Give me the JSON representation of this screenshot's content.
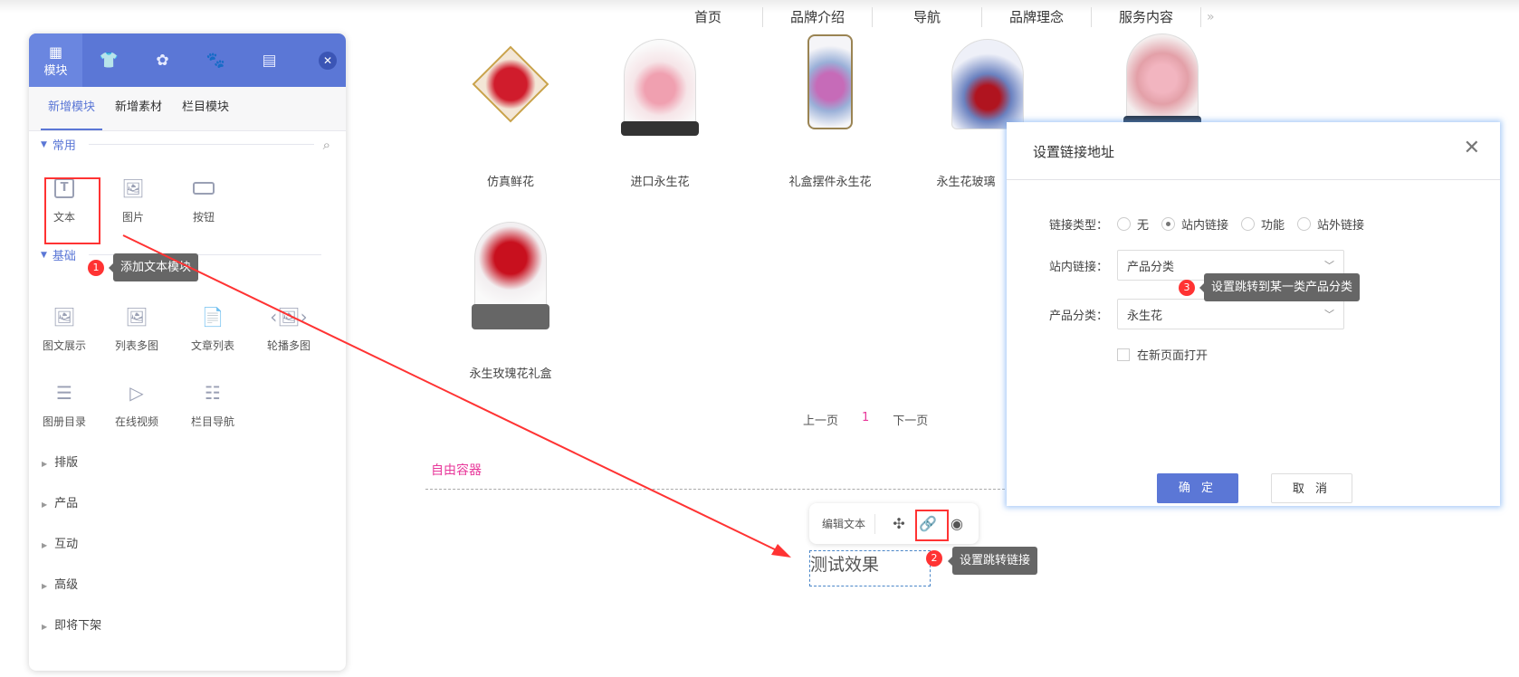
{
  "nav": {
    "items": [
      "首页",
      "品牌介绍",
      "导航",
      "品牌理念",
      "服务内容"
    ],
    "more_icon": "double-chevron-right-icon"
  },
  "products": [
    {
      "name": "仿真鲜花"
    },
    {
      "name": "进口永生花"
    },
    {
      "name": "礼盒摆件永生花"
    },
    {
      "name": "永生花玻璃"
    },
    {
      "name": ""
    },
    {
      "name": "永生玫瑰花礼盒"
    }
  ],
  "pager": {
    "prev": "上一页",
    "current": "1",
    "next": "下一页"
  },
  "free_container": "自由容器",
  "panel": {
    "tabs": [
      {
        "label": "模块",
        "icon": "grid-icon"
      },
      {
        "icon": "shirt-icon"
      },
      {
        "icon": "gear-icon"
      },
      {
        "icon": "paw-icon"
      },
      {
        "icon": "layout-icon"
      }
    ],
    "close_icon": "close-icon",
    "subtabs": [
      "新增模块",
      "新增素材",
      "栏目模块"
    ],
    "sections": {
      "common": "常用",
      "basic": "基础"
    },
    "common_items": [
      "文本",
      "图片",
      "按钮"
    ],
    "basic_items": [
      "图文展示",
      "列表多图",
      "文章列表",
      "轮播多图",
      "图册目录",
      "在线视频",
      "栏目导航"
    ],
    "groups": [
      "排版",
      "产品",
      "互动",
      "高级",
      "即将下架"
    ]
  },
  "annotations": [
    {
      "num": "1",
      "text": "添加文本模块"
    },
    {
      "num": "2",
      "text": "设置跳转链接"
    },
    {
      "num": "3",
      "text": "设置跳转到某一类产品分类"
    }
  ],
  "toolbar": {
    "edit_text": "编辑文本"
  },
  "text_module": "测试效果",
  "dialog": {
    "title": "设置链接地址",
    "link_type_label": "链接类型：",
    "link_types": [
      "无",
      "站内链接",
      "功能",
      "站外链接"
    ],
    "selected_link_type": "站内链接",
    "internal_label": "站内链接：",
    "internal_value": "产品分类",
    "category_label": "产品分类：",
    "category_value": "永生花",
    "new_page_label": "在新页面打开",
    "new_page_checked": false,
    "confirm": "确 定",
    "cancel": "取 消"
  },
  "colors": {
    "accent": "#5b77d6",
    "pink": "#e8379a",
    "annotation_red": "#ff3333"
  }
}
